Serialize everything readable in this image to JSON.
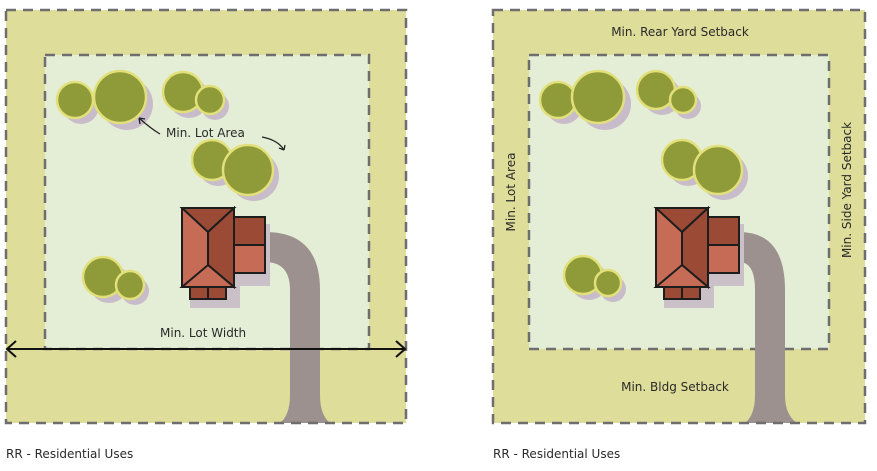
{
  "left_panel": {
    "area_label": "Min. Lot Area",
    "width_label": "Min. Lot Width",
    "caption": "RR - Residential Uses"
  },
  "right_panel": {
    "rear_label": "Min. Rear Yard Setback",
    "side_label": "Min. Side Yard Setback",
    "area_label": "Min. Lot Area",
    "front_label": "Min. Bldg Setback",
    "caption": "RR - Residential Uses"
  },
  "colors": {
    "setback": "#dedd9a",
    "buildable": "#e4eed6",
    "tree": "#8f9a38",
    "driveway": "#9c918f",
    "roof": "#c66b55"
  }
}
